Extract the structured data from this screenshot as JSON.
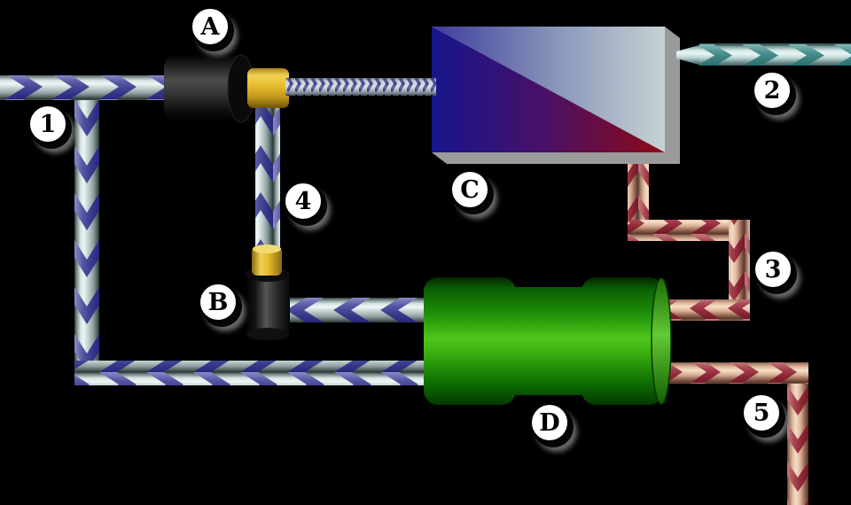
{
  "background": "#000000",
  "labels": {
    "A": "A",
    "B": "B",
    "C": "C",
    "D": "D",
    "n1": "1",
    "n2": "2",
    "n3": "3",
    "n4": "4",
    "n5": "5"
  },
  "colors": {
    "pipe_blue_chevron": "#46469a",
    "pipe_silver_body": "#cdd8d8",
    "pipe_red_chevron": "#9c3344",
    "pipe_red_body": "#e9c6aa",
    "pipe_teal_chevron": "#3f8585",
    "pipe_teal_body": "#d9ecec",
    "component_black": "#1a1a1a",
    "component_green": "#3eb210",
    "connector_gold": "#e8bc2e",
    "box_c_cold": "#16168c",
    "box_c_hot": "#8e0a14",
    "box_c_silver": "#c3d0d2",
    "shadow_gray": "#9b9b9b",
    "badge_fill": "#ffffff",
    "badge_border": "#000000"
  },
  "diagram": {
    "components": [
      {
        "id": "A",
        "shape": "black-cylinder-horizontal"
      },
      {
        "id": "B",
        "shape": "black-cylinder-vertical"
      },
      {
        "id": "C",
        "shape": "diagonal-gradient-box-blue-to-red"
      },
      {
        "id": "D",
        "shape": "green-double-bulge-cylinder"
      }
    ],
    "flows": [
      {
        "id": "1",
        "color": "blue",
        "path": "enters left, splits: right into A, down to bottom run"
      },
      {
        "id": "2",
        "color": "teal",
        "path": "exits C top-right to the right edge"
      },
      {
        "id": "3",
        "color": "red",
        "path": "down from C, zigzag right-down-left into D right-top"
      },
      {
        "id": "4",
        "color": "blue",
        "path": "vertical pipe from B up to A, arrows upward"
      },
      {
        "id": "5",
        "color": "red",
        "path": "out of D right-bottom, right then down off bottom edge"
      }
    ],
    "shaft": "fine herringbone shaft connects A (gold coupling) to C"
  }
}
